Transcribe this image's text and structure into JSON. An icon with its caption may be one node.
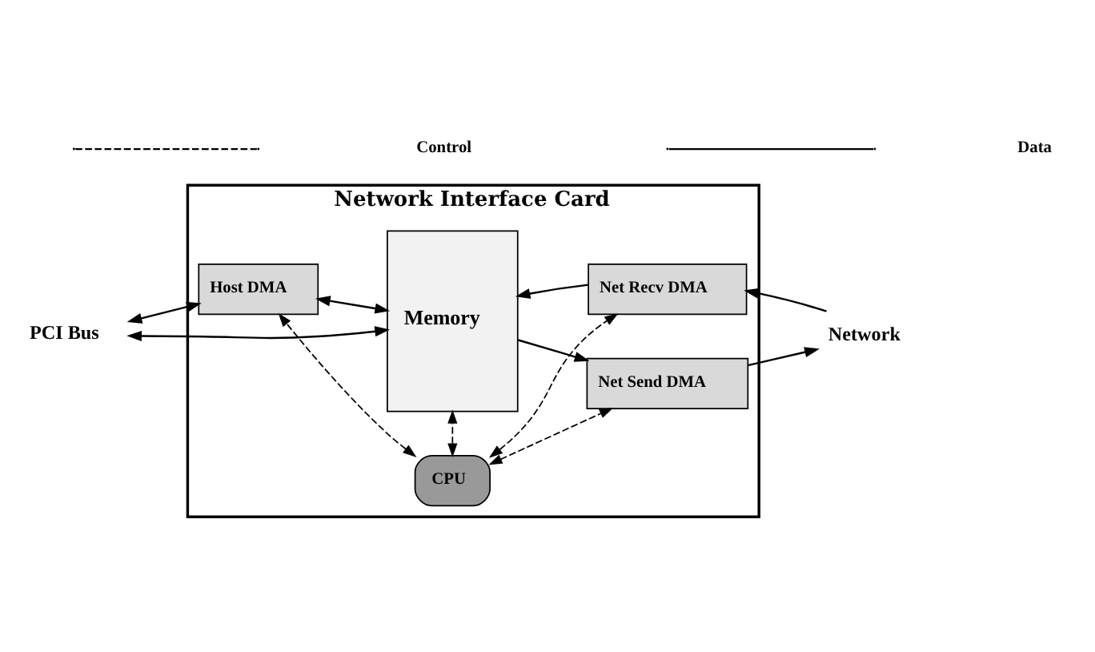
{
  "diagram": {
    "nodes": [
      {
        "text": [
          "PCI Bus"
        ]
      },
      {
        "text": [
          "Network Interface Card"
        ]
      },
      {
        "text": [
          "CPU"
        ],
        "in": 1
      },
      {
        "text": [
          "Host DMA"
        ],
        "in": 1
      },
      {
        "text": [
          "Memory"
        ],
        "in": 1
      },
      {
        "text": [
          "Net Send DMA"
        ],
        "in": 1
      },
      {
        "text": [
          "Net Recv DMA"
        ],
        "in": 1
      },
      {
        "text": [
          "Network"
        ]
      }
    ],
    "edges": [
      {
        "from": 0,
        "to": 3,
        "arrow": "both"
      },
      {
        "from": 0,
        "to": 4,
        "arrow": "both"
      },
      {
        "from": 2,
        "to": 3,
        "arrow": "both",
        "style": "dashed"
      },
      {
        "from": 2,
        "to": 4,
        "arrow": "both",
        "style": "dashed"
      },
      {
        "from": 2,
        "to": 5,
        "arrow": "both",
        "style": "dashed"
      },
      {
        "from": 2,
        "to": 6,
        "arrow": "both",
        "style": "dashed"
      },
      {
        "from": 3,
        "to": 4,
        "arrow": "both"
      },
      {
        "from": 4,
        "to": 5,
        "arrow": "to"
      },
      {
        "from": 5,
        "to": 7,
        "arrow": "to"
      },
      {
        "from": 7,
        "to": 6,
        "arrow": "to"
      },
      {
        "from": 6,
        "to": 4,
        "arrow": "to"
      }
    ],
    "legend": [
      {
        "text": "Control"
      },
      {
        "text": "Data"
      }
    ]
  }
}
